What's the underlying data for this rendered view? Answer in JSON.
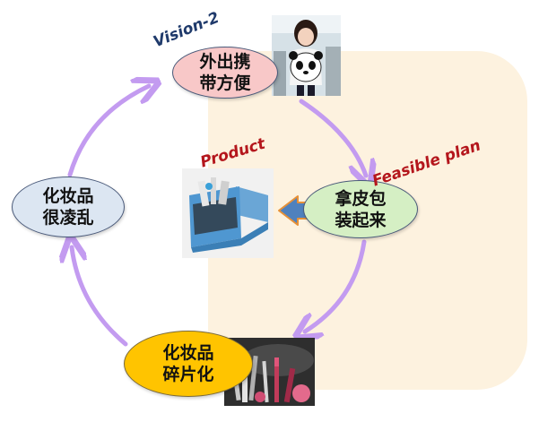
{
  "diagram": {
    "nodes": {
      "top": {
        "line1": "外出携",
        "line2": "带方便"
      },
      "left": {
        "line1": "化妆品",
        "line2": "很凌乱"
      },
      "right": {
        "line1": "拿皮包",
        "line2": "装起来"
      },
      "bottom": {
        "line1": "化妆品",
        "line2": "碎片化"
      }
    },
    "labels": {
      "vision": "Vision-2",
      "product": "Product",
      "feasible": "Feasible plan"
    },
    "colors": {
      "cycle_arrow": "#C39BF0",
      "pointer_arrow": "#4F81BD",
      "label_red": "#B4161C",
      "label_navy": "#1F3A6B",
      "panel_bg": "#FDF2DF"
    },
    "images": {
      "top": "girl-with-panda-bag-photo",
      "product": "cosmetic-bag-photo",
      "bottom": "cosmetics-brushes-photo"
    }
  }
}
